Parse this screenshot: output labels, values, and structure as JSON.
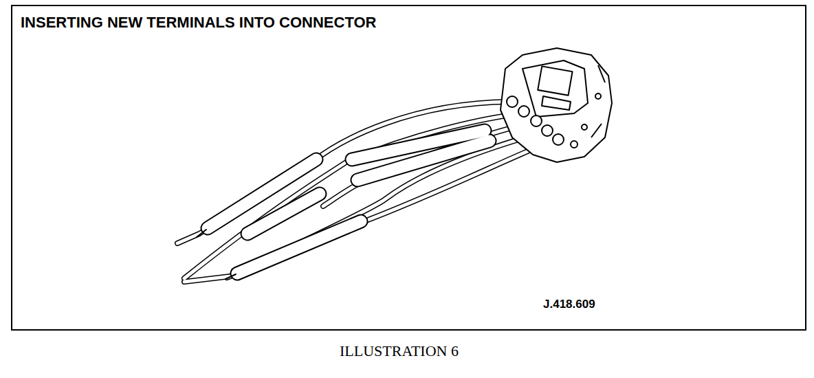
{
  "diagram": {
    "title": "INSERTING NEW TERMINALS INTO CONNECTOR",
    "caption": "ILLUSTRATION 6",
    "labels": [
      "J.418.609"
    ]
  }
}
